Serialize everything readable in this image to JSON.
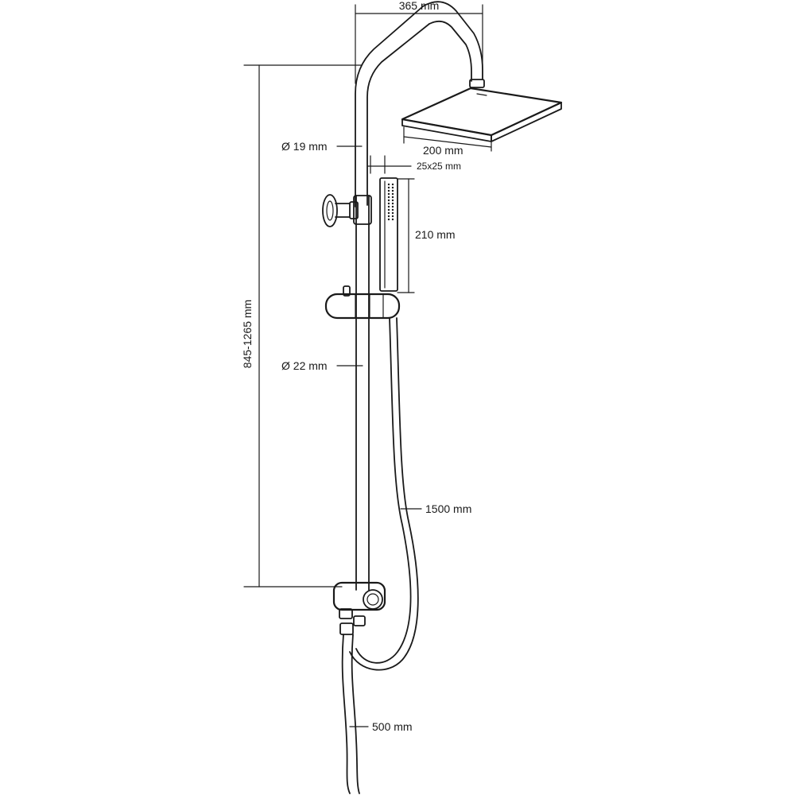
{
  "dimensions": {
    "arm_reach": "365 mm",
    "riser_height": "845-1265 mm",
    "upper_tube_diameter": "Ø 19 mm",
    "lower_tube_diameter": "Ø 22 mm",
    "head_shower_width": "200 mm",
    "hand_shower_section": "25x25 mm",
    "hand_shower_length": "210 mm",
    "hose_length": "1500 mm",
    "supply_hose_length": "500 mm"
  }
}
